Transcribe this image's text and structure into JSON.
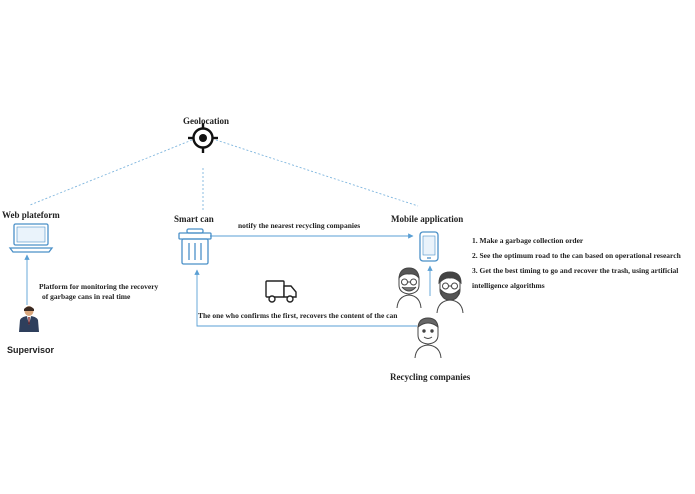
{
  "nodes": {
    "geolocation": "Geolocation",
    "web_platform": "Web plateform",
    "smart_can": "Smart can",
    "mobile_app": "Mobile application",
    "supervisor": "Supervisor",
    "recycling_companies": "Recycling companies"
  },
  "edges": {
    "notify": "notify the nearest recycling companies",
    "monitoring_line1": "Platform for monitoring the recovery",
    "monitoring_line2": "of garbage cans in real time",
    "confirm": "The one who confirms the first, recovers the content of the can"
  },
  "steps": [
    "1. Make a garbage collection order",
    "2. See the optimum road to the can based on operational research",
    "3. Get the best timing to go and recover the trash, using artificial intelligence algorithms"
  ],
  "icons": {
    "geolocation": "crosshair-icon",
    "web_platform": "laptop-icon",
    "smart_can": "trash-can-icon",
    "mobile_app": "smartphone-icon",
    "supervisor": "businessman-icon",
    "truck": "truck-icon",
    "recycling_companies": "people-icon"
  },
  "colors": {
    "arrow": "#5a9fd4",
    "dotted": "#7fb6de",
    "icon_blue": "#4a90c8"
  }
}
